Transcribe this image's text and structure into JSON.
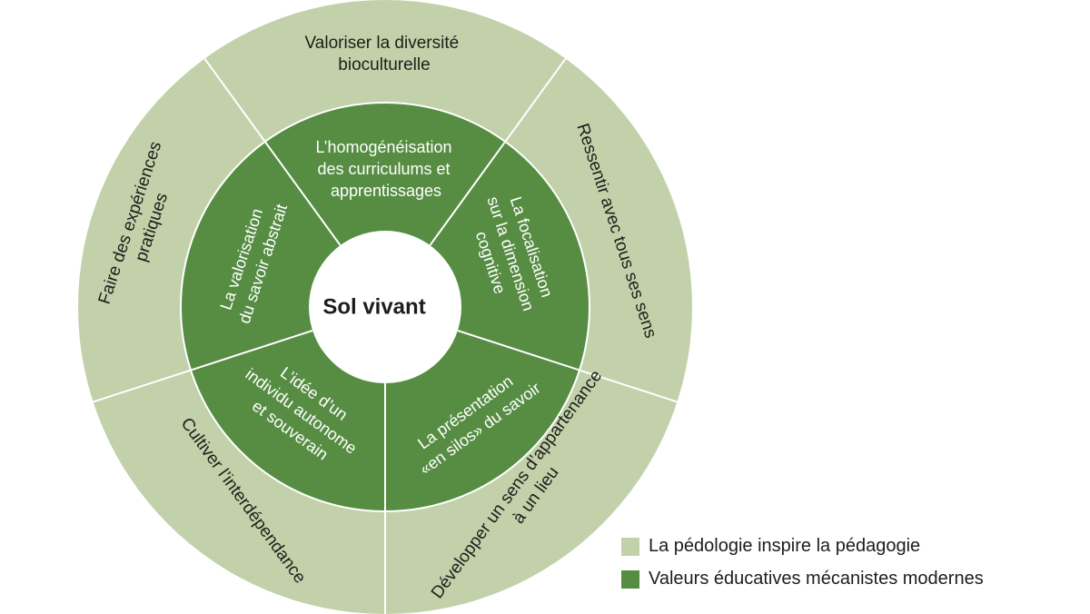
{
  "colors": {
    "outer": "#c2d1a9",
    "inner": "#568d43",
    "center": "#ffffff",
    "divider": "#ffffff"
  },
  "center": {
    "label": "Sol vivant"
  },
  "outer_segments": [
    {
      "id": "biocultural",
      "lines": [
        "Valoriser la diversité",
        "bioculturelle"
      ]
    },
    {
      "id": "senses",
      "lines": [
        "Ressentir avec tous ses sens"
      ]
    },
    {
      "id": "belonging",
      "lines": [
        "Développer un sens d’appartenance",
        "à un lieu"
      ]
    },
    {
      "id": "interdependence",
      "lines": [
        "Cultiver l’interdépendance"
      ]
    },
    {
      "id": "practical",
      "lines": [
        "Faire des expériences",
        "pratiques"
      ]
    }
  ],
  "inner_segments": [
    {
      "id": "homogenisation",
      "lines": [
        "L’homogénéisation",
        "des curriculums et",
        "apprentissages"
      ]
    },
    {
      "id": "cognitive",
      "lines": [
        "La focalisation",
        "sur la dimension",
        "cognitive"
      ]
    },
    {
      "id": "silos",
      "lines": [
        "La présentation",
        "«en silos» du savoir"
      ]
    },
    {
      "id": "autonomous",
      "lines": [
        "L’idée d’un",
        "individu autonome",
        "et souverain"
      ]
    },
    {
      "id": "abstract",
      "lines": [
        "La valorisation",
        "du savoir abstrait"
      ]
    }
  ],
  "legend": [
    {
      "label": "La pédologie inspire la pédagogie",
      "color": "#c2d1a9"
    },
    {
      "label": "Valeurs éducatives mécanistes modernes",
      "color": "#568d43"
    }
  ]
}
